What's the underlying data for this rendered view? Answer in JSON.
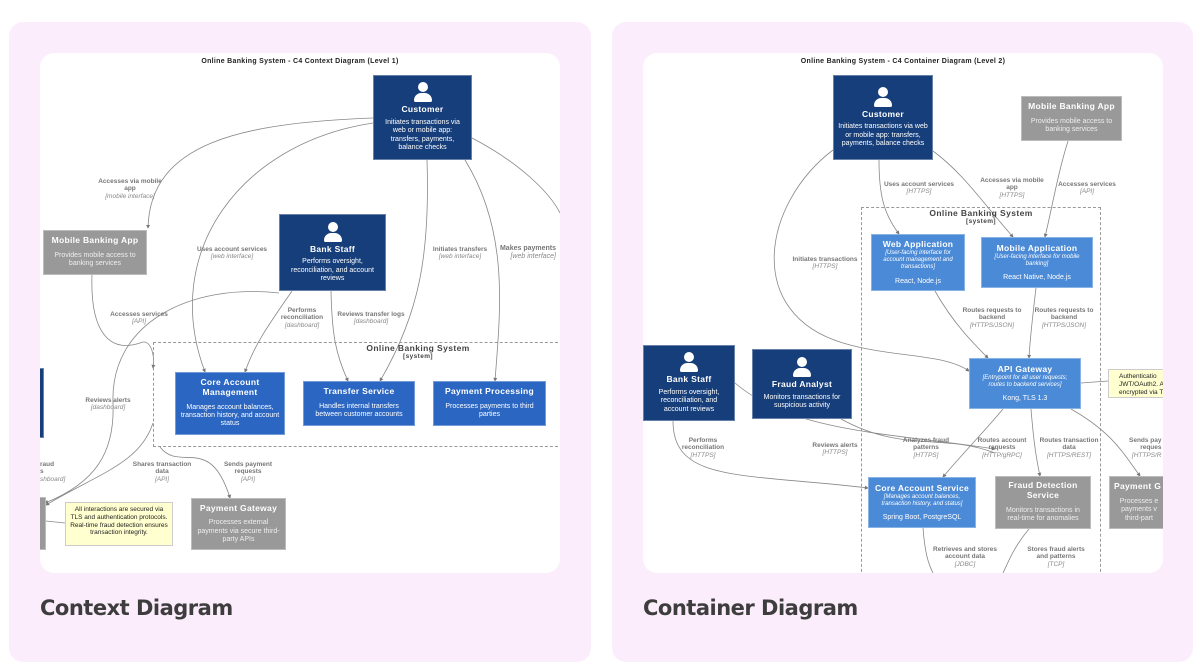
{
  "cards": [
    {
      "caption": "Context Diagram",
      "diagram": {
        "title": "Online Banking System - C4 Context Diagram (Level 1)",
        "boundary": {
          "name": "Online Banking System",
          "type": "[system]"
        },
        "nodes": {
          "customer": {
            "name": "Customer",
            "desc": "Initiates transactions via web or mobile app: transfers, payments, balance checks"
          },
          "bank_staff": {
            "name": "Bank Staff",
            "desc": "Performs oversight, reconciliation, and account reviews"
          },
          "mobile_app": {
            "name": "Mobile Banking App",
            "desc": "Provides mobile access to banking services"
          },
          "core_account": {
            "name": "Core Account Management",
            "desc": "Manages account balances, transaction history, and account status"
          },
          "transfer": {
            "name": "Transfer Service",
            "desc": "Handles internal transfers between customer accounts"
          },
          "payment_processing": {
            "name": "Payment Processing",
            "desc": "Processes payments to third parties"
          },
          "payment_gateway": {
            "name": "Payment Gateway",
            "desc": "Processes external payments via secure third-party APIs"
          }
        },
        "labels": [
          {
            "text": "Accesses via mobile\napp",
            "tech": "[mobile interface]"
          },
          {
            "text": "Uses account services",
            "tech": "[web interface]"
          },
          {
            "text": "Initiates transfers",
            "tech": "[web interface]"
          },
          {
            "text": "Makes payments",
            "tech": "[web interface]"
          },
          {
            "text": "Accesses services",
            "tech": "[API]"
          },
          {
            "text": "Performs\nreconciliation",
            "tech": "[dashboard]"
          },
          {
            "text": "Reviews transfer logs",
            "tech": "[dashboard]"
          },
          {
            "text": "Reviews alerts",
            "tech": "[dashboard]"
          },
          {
            "text": "raud\ns",
            "tech": "shboard]"
          },
          {
            "text": "Shares transaction\ndata",
            "tech": "[API]"
          },
          {
            "text": "Sends payment\nrequests",
            "tech": "[API]"
          }
        ],
        "note": "All interactions are secured via TLS and authentication protocols.\nReal-time fraud detection ensures transaction integrity."
      }
    },
    {
      "caption": "Container Diagram",
      "diagram": {
        "title": "Online Banking System - C4 Container Diagram (Level 2)",
        "boundary": {
          "name": "Online Banking System",
          "type": "[system]"
        },
        "nodes": {
          "customer": {
            "name": "Customer",
            "desc": "Initiates transactions via web or mobile app: transfers, payments, balance checks"
          },
          "mobile_app": {
            "name": "Mobile Banking App",
            "desc": "Provides mobile access to banking services"
          },
          "web_app": {
            "name": "Web Application",
            "tech": "[User-facing interface for account management and transactions]",
            "stack": "React, Node.js"
          },
          "mobile_application": {
            "name": "Mobile Application",
            "tech": "[User-facing interface for mobile banking]",
            "stack": "React Native, Node.js"
          },
          "api_gateway": {
            "name": "API Gateway",
            "tech": "[Entrypoint for all user requests; routes to backend services]",
            "stack": "Kong, TLS 1.3"
          },
          "bank_staff": {
            "name": "Bank Staff",
            "desc": "Performs oversight, reconciliation, and account reviews"
          },
          "fraud_analyst": {
            "name": "Fraud Analyst",
            "desc": "Monitors transactions for suspicious activity"
          },
          "core_account_service": {
            "name": "Core Account Service",
            "tech": "[Manages account balances, transaction history, and status]",
            "stack": "Spring Boot, PostgreSQL"
          },
          "fraud_detection": {
            "name": "Fraud Detection Service",
            "desc": "Monitors transactions in real-time for anomalies"
          },
          "payment_gateway": {
            "name": "Payment G",
            "desc": "Processes e payments v third-part"
          }
        },
        "labels": [
          {
            "text": "Uses account services",
            "tech": "[HTTPS]"
          },
          {
            "text": "Accesses via mobile\napp",
            "tech": "[HTTPS]"
          },
          {
            "text": "Accesses services",
            "tech": "[API]"
          },
          {
            "text": "Initiates transactions",
            "tech": "[HTTPS]"
          },
          {
            "text": "Routes requests to\nbackend",
            "tech": "[HTTPS/JSON]"
          },
          {
            "text": "Routes requests to\nbackend",
            "tech": "[HTTPS/JSON]"
          },
          {
            "text": "Performs\nreconciliation",
            "tech": "[HTTPS]"
          },
          {
            "text": "Reviews alerts",
            "tech": "[HTTPS]"
          },
          {
            "text": "Analyzes fraud\npatterns",
            "tech": "[HTTPS]"
          },
          {
            "text": "Routes account\nrequests",
            "tech": "[HTTP/gRPC]"
          },
          {
            "text": "Routes transaction\ndata",
            "tech": "[HTTPS/REST]"
          },
          {
            "text": "Sends pay\nreques",
            "tech": "[HTTPS/R"
          },
          {
            "text": "Retrieves and stores\naccount data",
            "tech": "[JDBC]"
          },
          {
            "text": "Stores fraud alerts\nand patterns",
            "tech": "[TCP]"
          }
        ],
        "note": "Authenticatio\nJWT/OAuth2. Al\nencrypted via T"
      }
    }
  ],
  "colors": {
    "card_bg": "#fcedfc",
    "person": "#163e7a",
    "component": "#2a66c2",
    "container": "#4b8ad6",
    "external": "#999999",
    "note": "#ffffd0"
  }
}
